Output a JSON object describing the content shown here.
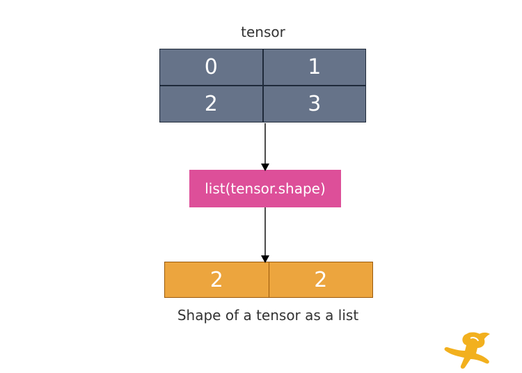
{
  "diagram": {
    "title": "tensor",
    "tensor_cells": [
      "0",
      "1",
      "2",
      "3"
    ],
    "operation": "list(tensor.shape)",
    "shape_cells": [
      "2",
      "2"
    ],
    "caption": "Shape of a tensor as a list"
  },
  "colors": {
    "tensor_fill": "#667389",
    "operation_fill": "#dd4f99",
    "shape_fill": "#eca53e",
    "logo": "#f2b01e"
  },
  "icons": {
    "logo": "mascot-logo-icon"
  }
}
